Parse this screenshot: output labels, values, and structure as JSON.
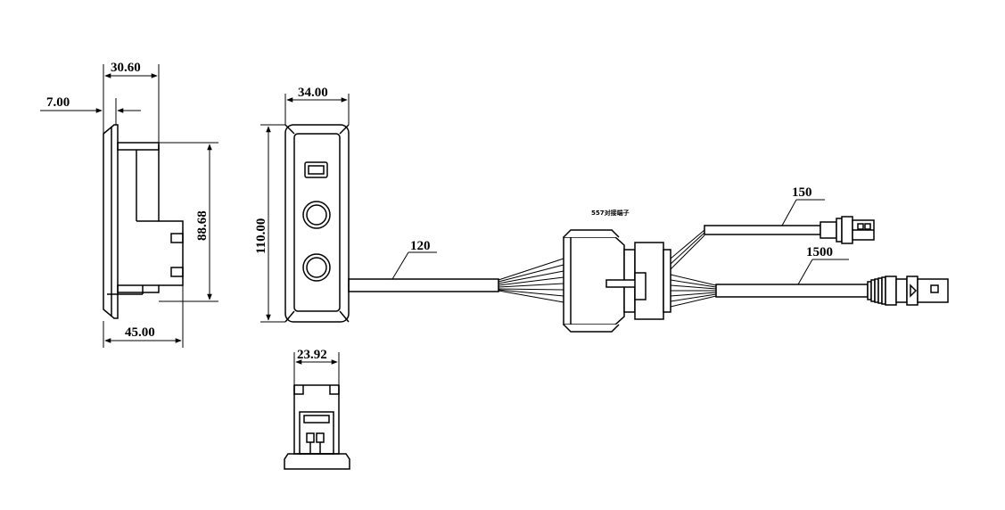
{
  "dimensions": {
    "side_depth": "30.60",
    "side_lip": "7.00",
    "side_height": "88.68",
    "side_total": "45.00",
    "front_width": "34.00",
    "front_height": "110.00",
    "bottom_width": "23.92"
  },
  "cable_lengths": {
    "main": "120",
    "branch_short": "150",
    "branch_long": "1500"
  },
  "connector_note": "557对接端子"
}
